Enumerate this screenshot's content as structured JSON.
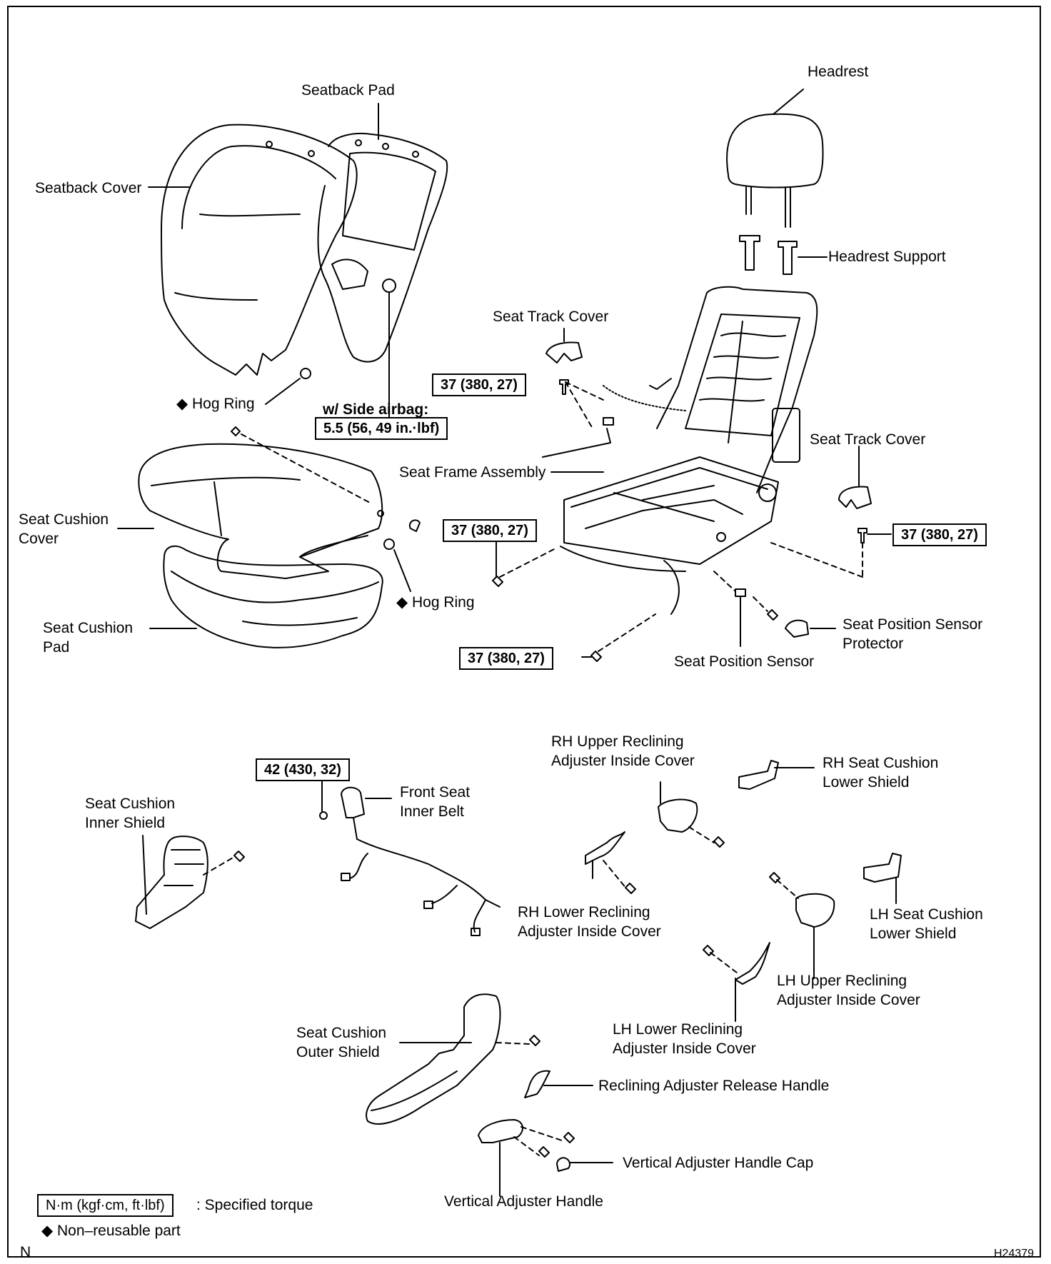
{
  "diagram_id": "H24379",
  "corner_mark": "N",
  "labels": {
    "headrest": "Headrest",
    "seatback_pad": "Seatback Pad",
    "seatback_cover": "Seatback Cover",
    "headrest_support": "Headrest Support",
    "seat_track_cover_1": "Seat Track Cover",
    "seat_track_cover_2": "Seat Track Cover",
    "hog_ring_1": "◆ Hog Ring",
    "hog_ring_2": "◆ Hog Ring",
    "side_airbag": "w/ Side airbag:",
    "seat_frame_assembly": "Seat Frame Assembly",
    "seat_cushion_cover": [
      "Seat Cushion",
      "Cover"
    ],
    "seat_cushion_pad": [
      "Seat Cushion",
      "Pad"
    ],
    "seat_position_sensor_protector": [
      "Seat Position Sensor",
      "Protector"
    ],
    "seat_position_sensor": "Seat Position Sensor",
    "rh_upper_reclining": [
      "RH Upper Reclining",
      "Adjuster Inside Cover"
    ],
    "rh_seat_cushion_lower_shield": [
      "RH Seat Cushion",
      "Lower Shield"
    ],
    "front_seat_inner_belt": [
      "Front Seat",
      "Inner Belt"
    ],
    "seat_cushion_inner_shield": [
      "Seat Cushion",
      "Inner Shield"
    ],
    "rh_lower_reclining": [
      "RH Lower Reclining",
      "Adjuster Inside Cover"
    ],
    "lh_seat_cushion_lower_shield": [
      "LH Seat Cushion",
      "Lower Shield"
    ],
    "lh_upper_reclining": [
      "LH Upper Reclining",
      "Adjuster Inside Cover"
    ],
    "lh_lower_reclining": [
      "LH Lower Reclining",
      "Adjuster Inside Cover"
    ],
    "seat_cushion_outer_shield": [
      "Seat Cushion",
      "Outer Shield"
    ],
    "reclining_release_handle": "Reclining Adjuster Release Handle",
    "vertical_adjuster_handle_cap": "Vertical Adjuster Handle Cap",
    "vertical_adjuster_handle": "Vertical Adjuster Handle"
  },
  "torques": {
    "t1": "37 (380, 27)",
    "t2": "5.5 (56, 49 in.·lbf)",
    "t3": "37 (380, 27)",
    "t4": "37 (380, 27)",
    "t5": "37 (380, 27)",
    "t6": "42 (430, 32)"
  },
  "legend": {
    "torque_box": "N·m (kgf·cm, ft·lbf)",
    "torque_text": ": Specified torque",
    "nonreusable": "◆ Non–reusable part"
  }
}
